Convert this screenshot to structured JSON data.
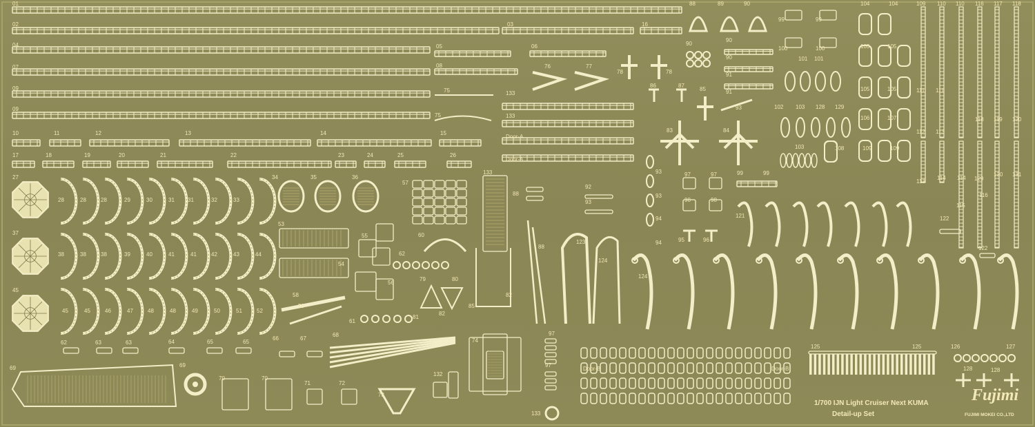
{
  "sheet": {
    "title_line1": "1/700 IJN Light Cruiser Next KUMA",
    "title_line2": "Detail-up Set",
    "brand": "Fujimi",
    "maker": "FUJIMI MOKEI CO.,LTD"
  },
  "labels": [
    "01",
    "02",
    "03",
    "04",
    "05",
    "06",
    "07",
    "08",
    "09",
    "09",
    "10",
    "11",
    "12",
    "13",
    "14",
    "15",
    "16",
    "17",
    "18",
    "19",
    "20",
    "21",
    "22",
    "23",
    "24",
    "25",
    "26",
    "27",
    "28",
    "28",
    "28",
    "29",
    "30",
    "31",
    "31",
    "32",
    "33",
    "34",
    "35",
    "36",
    "57",
    "37",
    "38",
    "38",
    "38",
    "39",
    "40",
    "41",
    "41",
    "42",
    "43",
    "44",
    "45",
    "45",
    "45",
    "46",
    "47",
    "48",
    "48",
    "49",
    "50",
    "51",
    "52",
    "53",
    "54",
    "55",
    "56",
    "58",
    "59",
    "60",
    "61",
    "62",
    "62",
    "63",
    "63",
    "64",
    "65",
    "65",
    "66",
    "67",
    "68",
    "69",
    "69",
    "70",
    "70",
    "71",
    "72",
    "73",
    "74",
    "75",
    "75",
    "76",
    "77",
    "78",
    "78",
    "79",
    "80",
    "81",
    "82",
    "82",
    "83",
    "84",
    "85",
    "85",
    "86",
    "87",
    "88",
    "88",
    "88",
    "89",
    "90",
    "90",
    "90",
    "90",
    "91",
    "91",
    "92",
    "93",
    "93",
    "93",
    "93",
    "94",
    "94",
    "95",
    "96",
    "97",
    "97",
    "97",
    "97",
    "98",
    "98",
    "99",
    "99",
    "99",
    "99",
    "100",
    "100",
    "101",
    "101",
    "102",
    "103",
    "103",
    "104",
    "104",
    "105",
    "105",
    "105",
    "105",
    "106",
    "107",
    "108",
    "109",
    "109",
    "109",
    "110",
    "110",
    "111",
    "111",
    "112",
    "113",
    "113",
    "114",
    "114",
    "115",
    "116",
    "116",
    "117",
    "118",
    "118",
    "119",
    "120",
    "121",
    "122",
    "122",
    "123",
    "124",
    "124",
    "125",
    "125",
    "126",
    "127",
    "128",
    "128",
    "128",
    "129",
    "129",
    "130",
    "131",
    "132",
    "133",
    "133",
    "133",
    "133",
    "Door-A",
    "Door-A",
    "Door-B",
    "Door-B"
  ]
}
